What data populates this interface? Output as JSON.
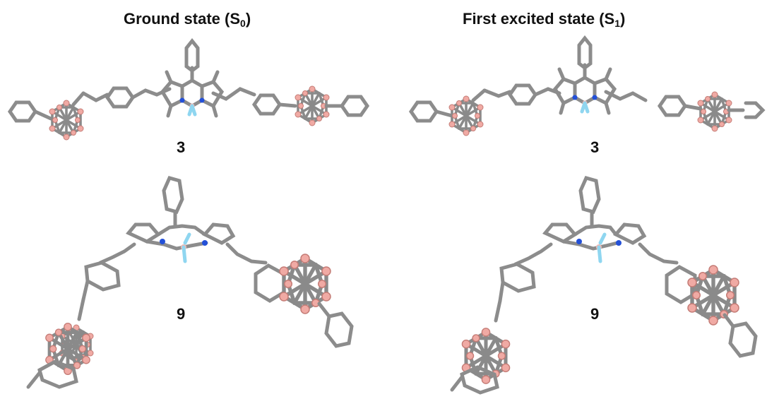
{
  "headings": {
    "left": {
      "text": "Ground state (S",
      "sub": "0",
      "close": ")"
    },
    "right": {
      "text": "First excited state (S",
      "sub": "1",
      "close": ")"
    }
  },
  "labels": {
    "top_left": "3",
    "top_right": "3",
    "bottom_left": "9",
    "bottom_right": "9"
  },
  "colors": {
    "carbon": "#8c8c8c",
    "boron": "#f0aaa4",
    "nitrogen": "#2350d8",
    "fluorine": "#8fd6f0",
    "background": "#ffffff"
  }
}
